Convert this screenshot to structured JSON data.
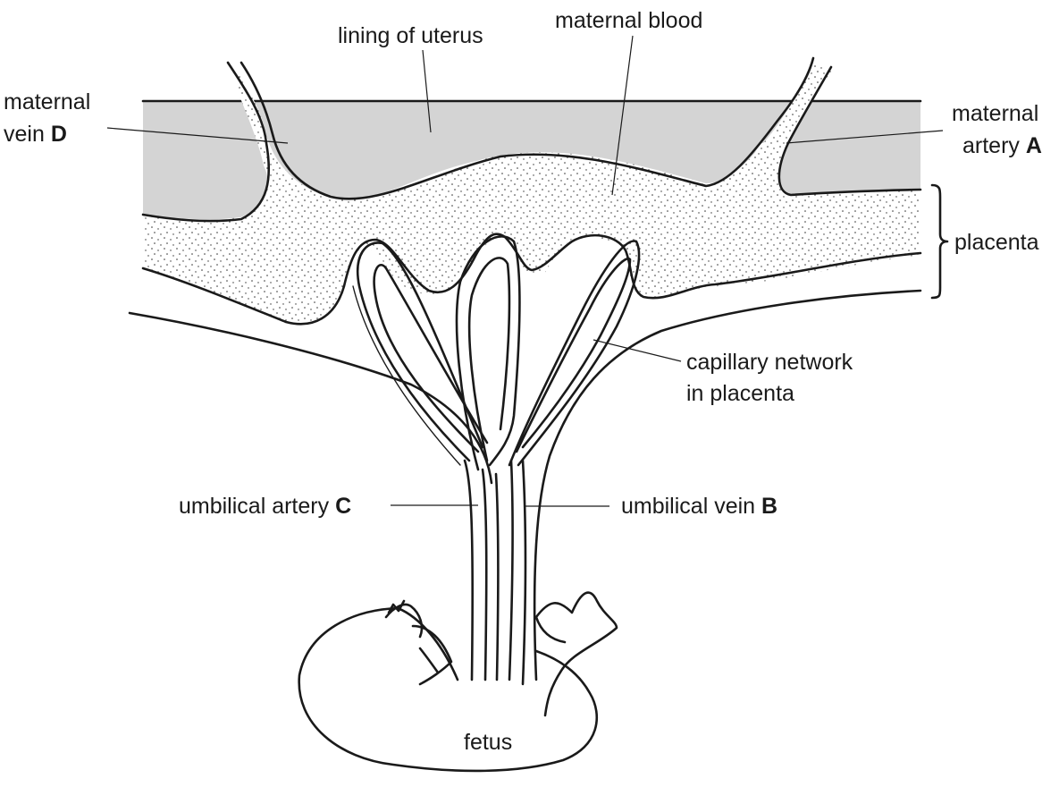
{
  "labels": {
    "lining_of_uterus": "lining of uterus",
    "maternal_blood": "maternal blood",
    "maternal_vein_line1": "maternal",
    "maternal_vein_line2": "vein",
    "maternal_vein_letter": "D",
    "maternal_artery_line1": "maternal",
    "maternal_artery_line2": "artery",
    "maternal_artery_letter": "A",
    "placenta": "placenta",
    "capillary_line1": "capillary network",
    "capillary_line2": "in placenta",
    "umbilical_artery": "umbilical artery",
    "umbilical_artery_letter": "C",
    "umbilical_vein": "umbilical vein",
    "umbilical_vein_letter": "B",
    "fetus": "fetus"
  },
  "colors": {
    "uterus_lining": "#d4d4d4",
    "ink": "#1a1a1a",
    "stipple": "#333333"
  }
}
